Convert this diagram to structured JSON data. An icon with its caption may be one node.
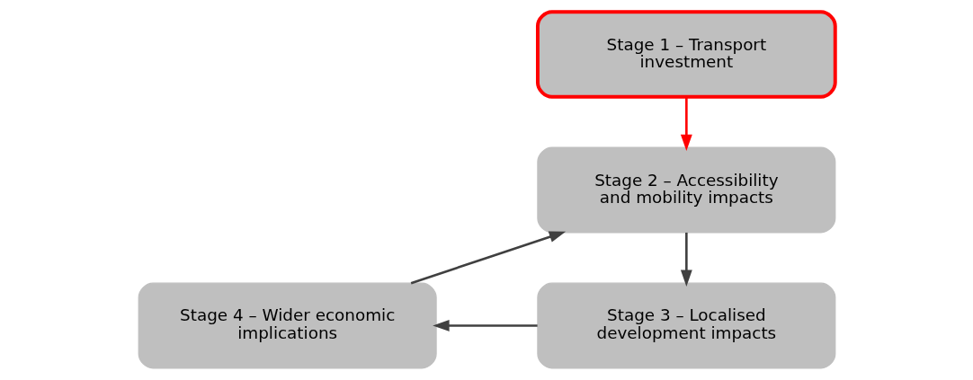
{
  "diagram": {
    "nodes": [
      {
        "text": [
          "Stage 1 – Transport investment"
        ]
      },
      {
        "text": [
          "Stage 2 – Accessibility and mobility impacts"
        ]
      },
      {
        "text": [
          "Stage 3 – Localised development impacts"
        ]
      },
      {
        "text": [
          "Stage 4 – Wider economic implications"
        ]
      }
    ],
    "edges": [
      {
        "from": 0,
        "to": 1,
        "arrow": "to",
        "color": "#ff0000"
      },
      {
        "from": 1,
        "to": 2,
        "arrow": "to"
      },
      {
        "from": 2,
        "to": 3,
        "arrow": "to"
      },
      {
        "from": 3,
        "to": 1,
        "arrow": "to"
      }
    ]
  }
}
